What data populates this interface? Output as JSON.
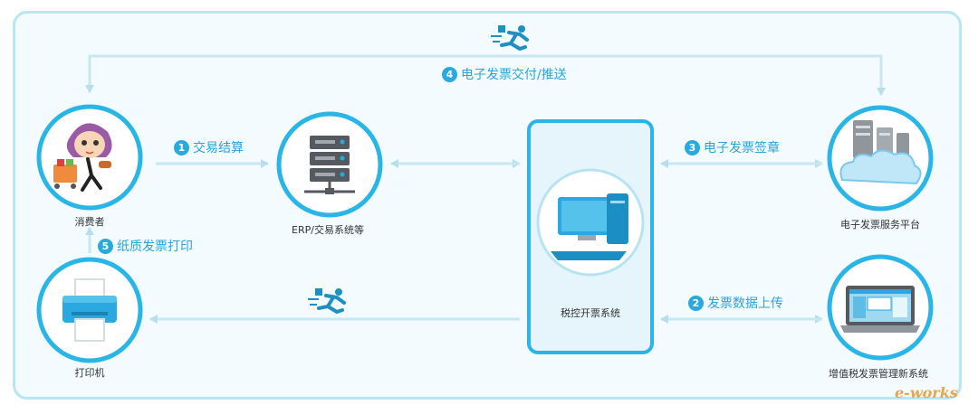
{
  "nodes": {
    "consumer": "消费者",
    "erp": "ERP/交易系统等",
    "tax_control": "税控开票系统",
    "einvoice_platform": "电子发票服务平台",
    "printer": "打印机",
    "vat_system": "增值税发票管理新系统"
  },
  "steps": [
    {
      "num": "1",
      "label": "交易结算"
    },
    {
      "num": "2",
      "label": "发票数据上传"
    },
    {
      "num": "3",
      "label": "电子发票签章"
    },
    {
      "num": "4",
      "label": "电子发票交付/推送"
    },
    {
      "num": "5",
      "label": "纸质发票打印"
    }
  ],
  "icons": {
    "courier": "running-courier-icon",
    "server": "server-rack-icon",
    "computer": "desktop-computer-icon",
    "cloud": "cloud-server-icon",
    "printer": "printer-icon",
    "monitor": "laptop-screen-icon",
    "consumer": "shopping-woman-icon"
  },
  "colors": {
    "accent": "#29a9dd",
    "circle_border": "#29b6e6",
    "line": "#c7e7f1",
    "frame": "#b8e6f2"
  },
  "watermark": "e-works"
}
